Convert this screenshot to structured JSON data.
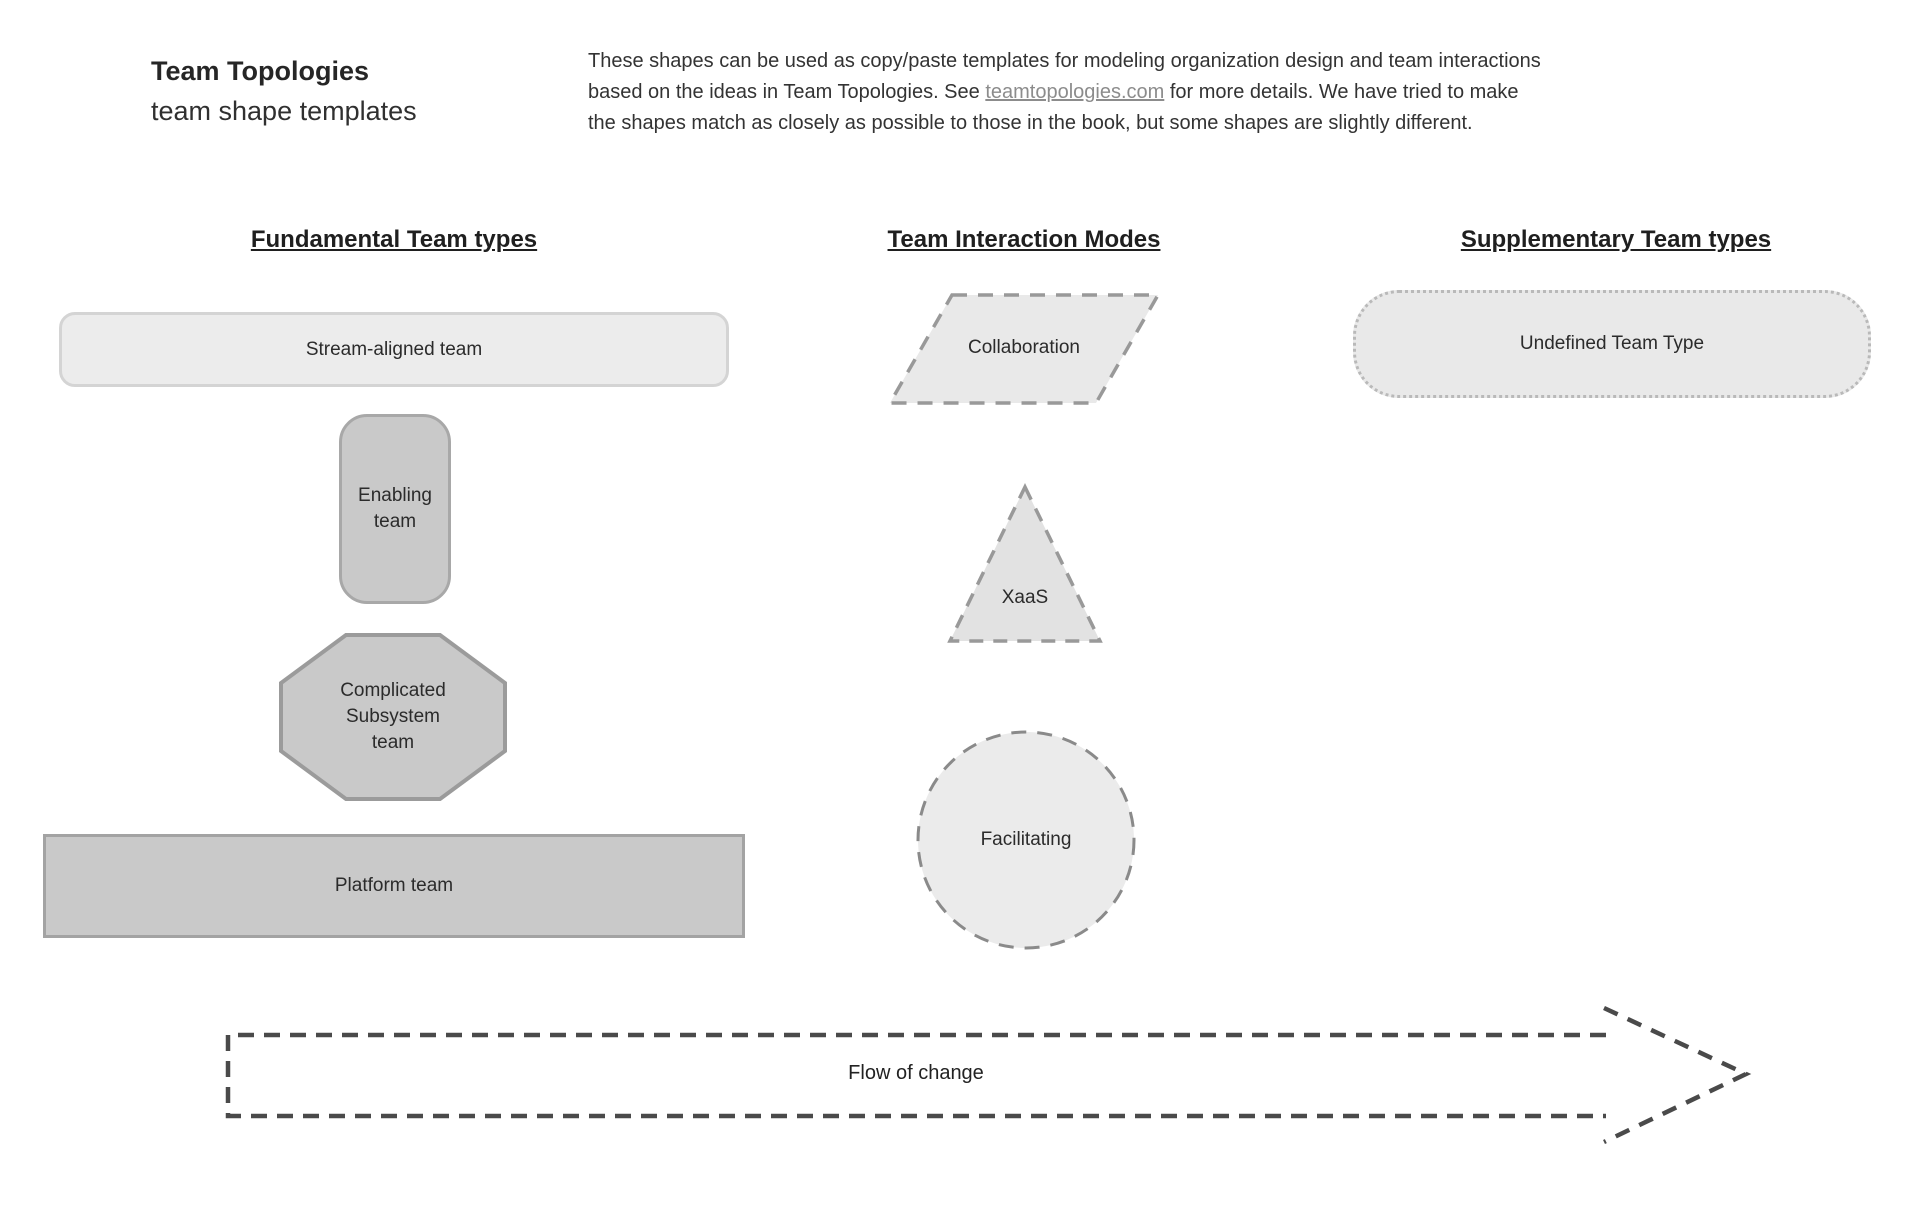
{
  "header": {
    "title": "Team Topologies",
    "subtitle": "team shape templates",
    "description": {
      "line1": "These shapes can be used as copy/paste templates for modeling organization design and team interactions",
      "line2_before_link": "based on the ideas in Team Topologies. See ",
      "link": "teamtopologies.com",
      "line2_after_link": " for more details. We have tried to make",
      "line3": "the shapes match as closely as possible to those in the book, but some shapes are slightly different."
    }
  },
  "sections": {
    "fundamental": {
      "heading": "Fundamental Team types",
      "shapes": {
        "stream_aligned": {
          "label": "Stream-aligned team",
          "fill": "#ececec",
          "border": "#d4d4d4"
        },
        "enabling": {
          "label": "Enabling\nteam",
          "fill": "#c9c9c9",
          "border": "#a8a8a8"
        },
        "complicated_subsystem": {
          "label": "Complicated\nSubsystem\nteam",
          "fill": "#c9c9c9",
          "border": "#9b9b9b"
        },
        "platform": {
          "label": "Platform team",
          "fill": "#c9c9c9",
          "border": "#a3a3a3"
        }
      }
    },
    "interaction": {
      "heading": "Team Interaction Modes",
      "shapes": {
        "collaboration": {
          "label": "Collaboration",
          "fill": "#e9e9e9",
          "border": "#999999"
        },
        "xaas": {
          "label": "XaaS",
          "fill": "#e2e2e2",
          "border": "#999999"
        },
        "facilitating": {
          "label": "Facilitating",
          "fill": "#ebebeb",
          "border": "#8a8a8a"
        }
      }
    },
    "supplementary": {
      "heading": "Supplementary Team types",
      "shapes": {
        "undefined_team": {
          "label": "Undefined Team Type",
          "fill": "#e9e9e9",
          "border": "#b9b9b9"
        }
      }
    },
    "flow": {
      "label": "Flow of change",
      "stroke": "#4a4a4a"
    }
  }
}
